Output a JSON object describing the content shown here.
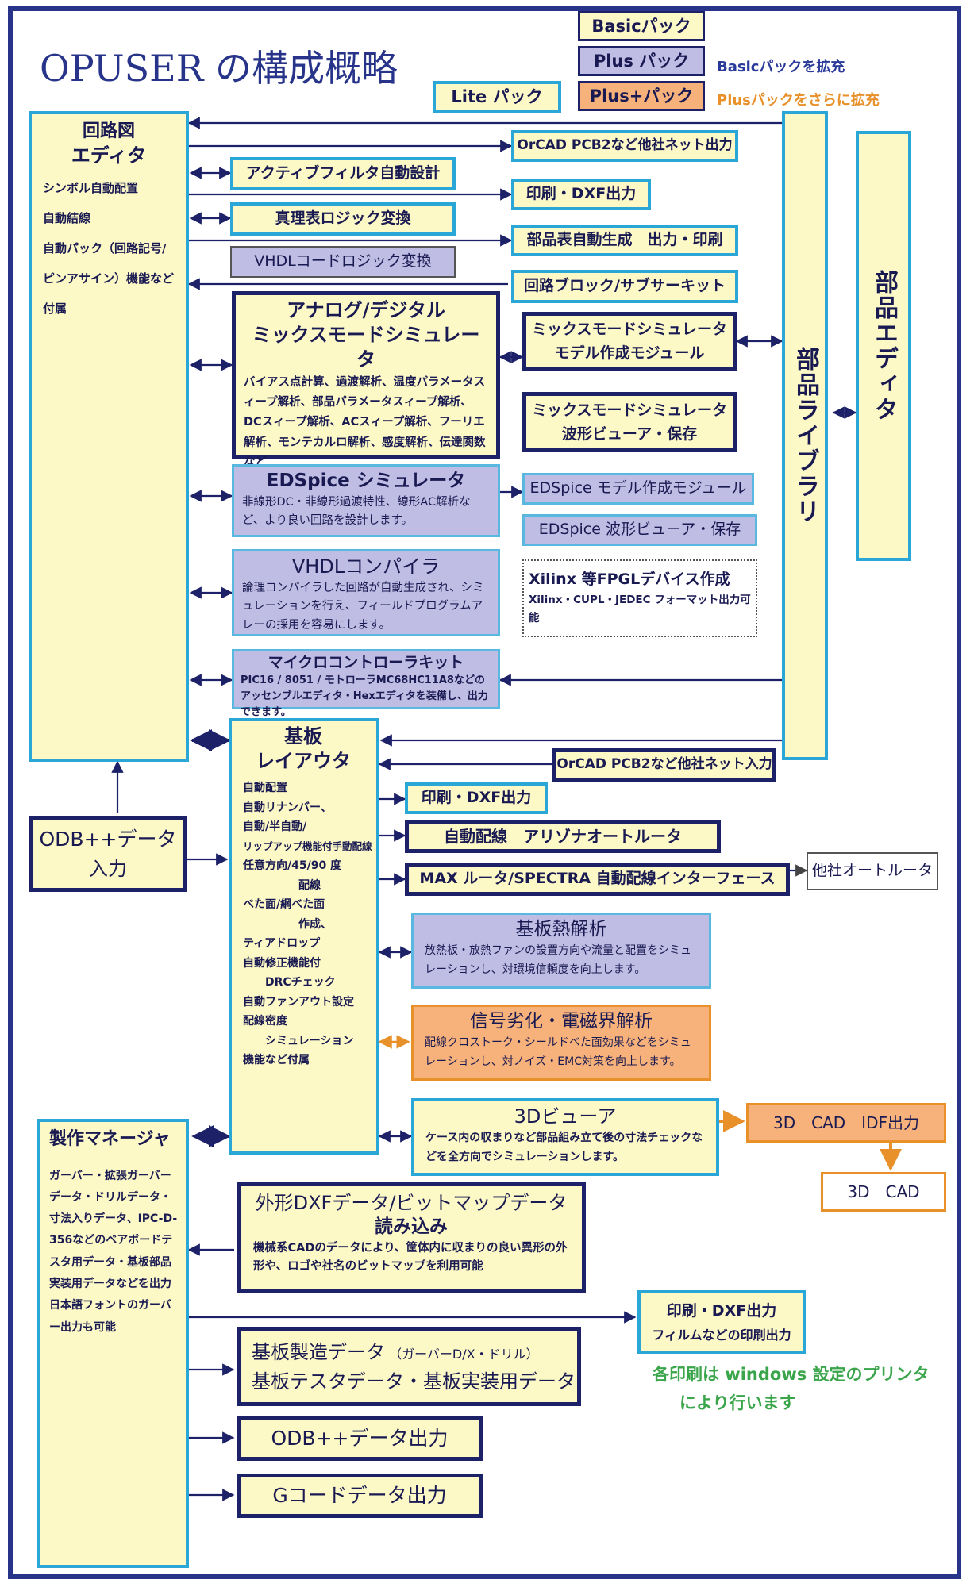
{
  "title": "OPUSER の構成概略",
  "legend": {
    "basic": "Basicパック",
    "plus": "Plus パック",
    "plus_note": "Basicパックを拡充",
    "plusplus": "Plus+パック",
    "plusplus_note": "Plusパックをさらに拡充",
    "lite": "Lite パック"
  },
  "colors": {
    "basic": "#fcf9c6",
    "plus": "#bfbde4",
    "plusplus": "#f6b27a",
    "plus_note": "#2a3a9a",
    "plusplus_note": "#e8902a",
    "footnote": "#3aa54a"
  },
  "schematic": {
    "title_line1": "回路図",
    "title_line2": "エディタ",
    "items": [
      "シンボル自動配置",
      "自動結線",
      "自動パック（回路記号/",
      "ピンアサイン）機能など",
      "付属"
    ]
  },
  "boxes": {
    "orcad_out": "OrCAD PCB2など他社ネット出力",
    "active_filter": "アクティブフィルタ自動設計",
    "print_dxf_1": "印刷・DXF出力",
    "truth_table": "真理表ロジック変換",
    "bom": "部品表自動生成　出力・印刷",
    "vhdl_code": "VHDLコードロジック変換",
    "circuit_block": "回路ブロック/サブサーキット",
    "analog_title1": "アナログ/デジタル",
    "analog_title2": "ミックスモードシミュレータ",
    "analog_desc": "バイアス点計算、過渡解析、温度パラメータスィープ解析、部品パラメータスィープ解析、DCスィープ解析、ACスィープ解析、フーリエ解析、モンテカルロ解析、感度解析、伝達関数など",
    "mix_model_1": "ミックスモードシミュレータ",
    "mix_model_2": "モデル作成モジュール",
    "mix_wave_1": "ミックスモードシミュレータ",
    "mix_wave_2": "波形ビューア・保存",
    "edspice_title": "EDSpice シミュレータ",
    "edspice_desc": "非線形DC・非線形過渡特性、線形AC解析など、より良い回路を設計します。",
    "edspice_model": "EDSpice モデル作成モジュール",
    "edspice_wave": "EDSpice 波形ビューア・保存",
    "vhdl_compiler_title": "VHDLコンパイラ",
    "vhdl_compiler_desc": "論理コンパイラした回路が自動生成され、シミュレーションを行え、フィールドプログラムアレーの採用を容易にします。",
    "xilinx_title": "Xilinx 等FPGLデバイス作成",
    "xilinx_desc": "Xilinx・CUPL・JEDEC フォーマット出力可能",
    "micro_title": "マイクロコントローラキット",
    "micro_desc": "PIC16 / 8051 / モトローラMC68HC11A8などのアッセンブルエディタ・Hexエディタを装備し、出力できます。",
    "parts_library": "部品ライブラリ",
    "parts_editor": "部品エディタ",
    "layout_title1": "基板",
    "layout_title2": "レイアウタ",
    "layout_items": [
      "自動配置",
      "自動リナンバー、",
      "自動/半自動/",
      "リップアップ機能付手動配線",
      "任意方向/45/90 度",
      "　　　　　配線",
      "べた面/網べた面",
      "　　　　　作成、",
      "ティアドロップ",
      "自動修正機能付",
      "　　DRCチェック",
      "自動ファンアウト設定",
      "配線密度",
      "　　シミュレーション",
      "機能など付属"
    ],
    "orcad_in": "OrCAD PCB2など他社ネット入力",
    "print_dxf_2": "印刷・DXF出力",
    "auto_router": "自動配線　アリゾナオートルータ",
    "max_router": "MAX ルータ/SPECTRA 自動配線インターフェース",
    "other_router": "他社オートルータ",
    "thermal_title": "基板熱解析",
    "thermal_desc": "放熱板・放熱ファンの設置方向や流量と配置をシミュレーションし、対環境信頼度を向上します。",
    "signal_title": "信号劣化・電磁界解析",
    "signal_desc": "配線クロストーク・シールドべた面効果などをシミュレーションし、対ノイズ・EMC対策を向上します。",
    "odb_in_1": "ODB++データ",
    "odb_in_2": "入力",
    "viewer3d_title": "3Dビューア",
    "viewer3d_desc": "ケース内の収まりなど部品組み立て後の寸法チェックなどを全方向でシミュレーションします。",
    "cad_idf": "3D　CAD　IDF出力",
    "cad3d": "3D　CAD",
    "mfg_title": "製作マネージャ",
    "mfg_desc": "ガーバー・拡張ガーバーデータ・ドリルデータ・寸法入りデータ、IPC-D-356などのベアボードテスタ用データ・基板部品実装用データなどを出力 日本語フォントのガーバー出力も可能",
    "dxf_bitmap_title1": "外形DXFデータ/ビットマップデータ",
    "dxf_bitmap_title2": "読み込み",
    "dxf_bitmap_desc": "機械系CADのデータにより、筐体内に収まりの良い異形の外形や、ロゴや社名のビットマップを利用可能",
    "print_dxf_3": "印刷・DXF出力",
    "print_dxf_3_sub": "フィルムなどの印刷出力",
    "board_mfg_1": "基板製造データ",
    "board_mfg_1b": "（ガーバーD/X・ドリル）",
    "board_mfg_2": "基板テスタデータ・基板実装用データ",
    "odb_out": "ODB++データ出力",
    "gcode_out": "Gコードデータ出力",
    "footnote_1": "各印刷は windows 設定のプリンタ",
    "footnote_2": "により行います"
  }
}
